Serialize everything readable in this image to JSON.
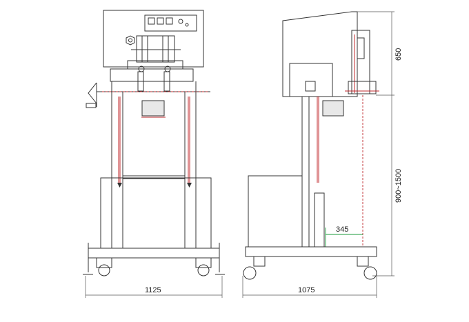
{
  "dimensions": {
    "front_width": "1125",
    "side_width": "1075",
    "top_height": "650",
    "height_range": "900~1500",
    "offset": "345"
  },
  "colors": {
    "line": "#333333",
    "red": "#c0282d",
    "green": "#1a9a3a"
  }
}
